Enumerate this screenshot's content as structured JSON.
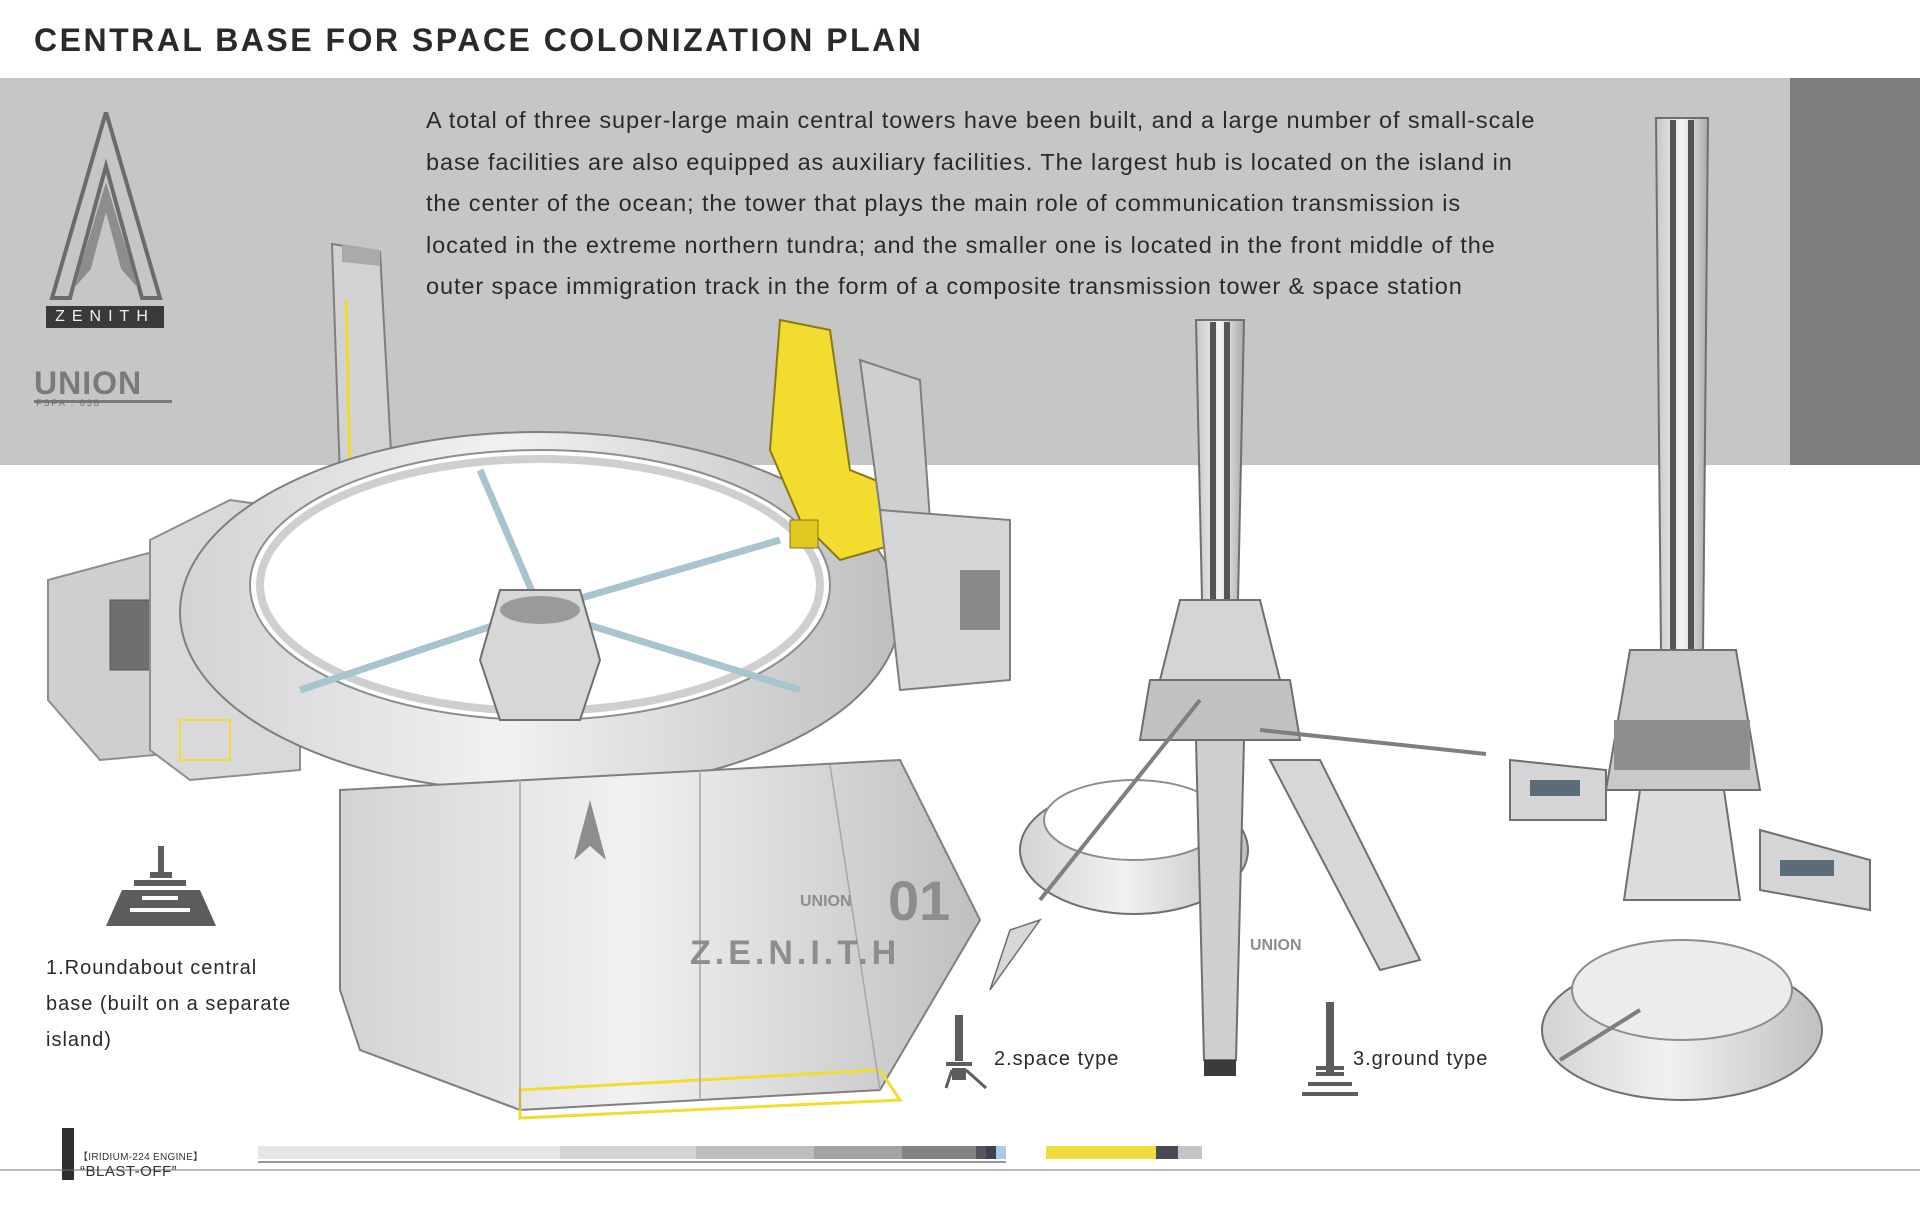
{
  "title": "CENTRAL BASE FOR SPACE COLONIZATION PLAN",
  "description_lines": [
    "A total of three super-large main central towers have been built, and a large number of small-scale",
    "base facilities are also equipped as auxiliary facilities. The largest hub is located on the island in",
    "the center of the ocean; the tower that plays the main role of communication transmission is",
    "located in the extreme northern tundra; and the smaller one is located in the front middle of the",
    "outer space immigration track in the form of a composite transmission tower & space station"
  ],
  "logos": {
    "zenith": "ZENITH",
    "union": "UNION",
    "union_sub": "FSPA . 038"
  },
  "captions": {
    "roundabout": [
      "1.Roundabout central",
      "base (built on a separate",
      "island)"
    ],
    "space": "2.space type",
    "ground": "3.ground type"
  },
  "model_markings": {
    "hull_name": "Z.E.N.I.T.H",
    "hull_number": "01",
    "union_mark": "UNION"
  },
  "footer": {
    "engine": "【IRIDIUM-224 ENGINE】",
    "tag": "“BLAST-OFF”"
  },
  "colors": {
    "band_light": "#c6c6c7",
    "band_dark": "#7d7d7e",
    "accent_yellow": "#f3dc30",
    "hull_light": "#ececec",
    "hull_mid": "#c9c9cb",
    "hull_dark": "#6f6f70"
  },
  "palette_swatches": [
    "#e6e6e7",
    "#d4d4d5",
    "#bdbdbe",
    "#a3a3a4",
    "#838384",
    "#55555c",
    "#3c4254",
    "#a8cce4",
    "#f0dc3c",
    "#4a4a55",
    "#c4c4c5"
  ]
}
